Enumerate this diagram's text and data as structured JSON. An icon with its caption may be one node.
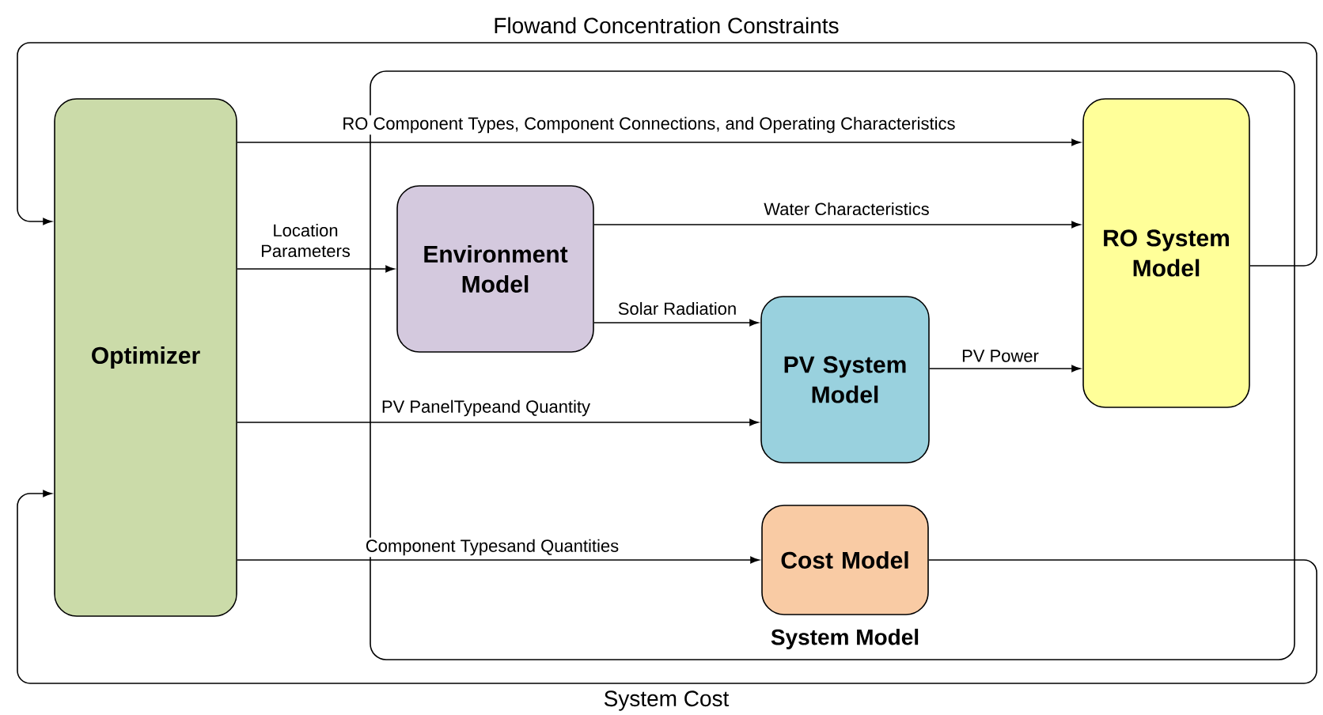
{
  "diagram": {
    "nodes": [
      {
        "text": [
          "Optimizer"
        ]
      },
      {
        "text": [
          "System Model"
        ]
      },
      {
        "text": [
          "Environment Model"
        ],
        "in": 1
      },
      {
        "text": [
          "PV System Model"
        ],
        "in": 1
      },
      {
        "text": [
          "Cost Model"
        ],
        "in": 1
      },
      {
        "text": [
          "RO System Model"
        ],
        "in": 1
      }
    ],
    "edges": [
      {
        "from": 0,
        "to": 5,
        "arrow": "to",
        "label": "RO Component Types, Component Connections, and Operating Characteristics"
      },
      {
        "from": 0,
        "to": 2,
        "arrow": "to",
        "label": "Location Parameters"
      },
      {
        "from": 2,
        "to": 5,
        "arrow": "to",
        "label": "Water Characteristics"
      },
      {
        "from": 2,
        "to": 3,
        "arrow": "to",
        "label": "Solar Radiation"
      },
      {
        "from": 3,
        "to": 5,
        "arrow": "to",
        "label": "PV Power"
      },
      {
        "from": 0,
        "to": 3,
        "arrow": "to",
        "label": "PV PanelTypeand Quantity"
      },
      {
        "from": 0,
        "to": 4,
        "arrow": "to",
        "label": "Component Typesand Quantities"
      },
      {
        "from": 5,
        "to": 0,
        "arrow": "to",
        "label": "Flowand Concentration Constraints"
      },
      {
        "from": 4,
        "to": 0,
        "arrow": "to",
        "label": "System Cost"
      }
    ]
  }
}
